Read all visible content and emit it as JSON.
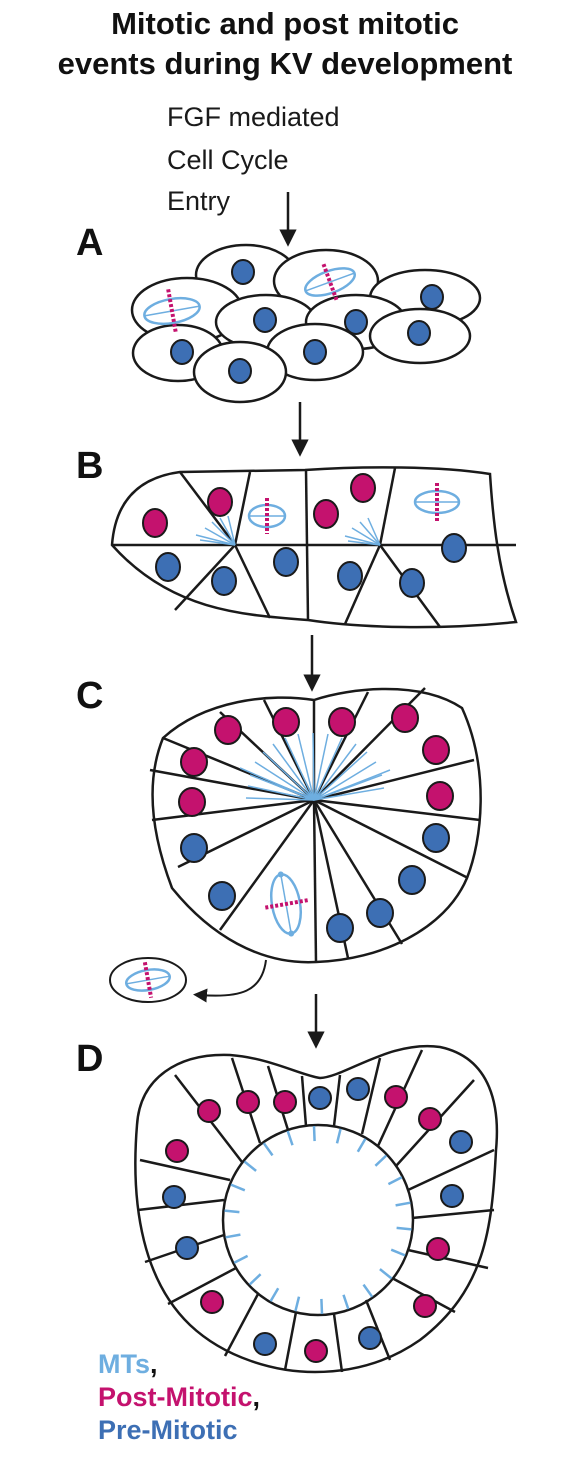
{
  "title": {
    "line1": "Mitotic and post mitotic",
    "line2": "events during KV development"
  },
  "annotation": {
    "line1": "FGF mediated",
    "line2": "Cell Cycle",
    "line3": "Entry"
  },
  "panels": [
    {
      "label": "A"
    },
    {
      "label": "B"
    },
    {
      "label": "C"
    },
    {
      "label": "D"
    }
  ],
  "legend": [
    {
      "label": "MTs",
      "suffix": ",",
      "color": "#6eaee0"
    },
    {
      "label": "Post-Mitotic",
      "suffix": ",",
      "color": "#c4126e"
    },
    {
      "label": "Pre-Mitotic",
      "suffix": "",
      "color": "#3d6fb4"
    }
  ],
  "colors": {
    "outline": "#1a1a1a",
    "microtubule": "#6eaee0",
    "post_mitotic": "#c4126e",
    "pre_mitotic": "#3d6fb4"
  }
}
